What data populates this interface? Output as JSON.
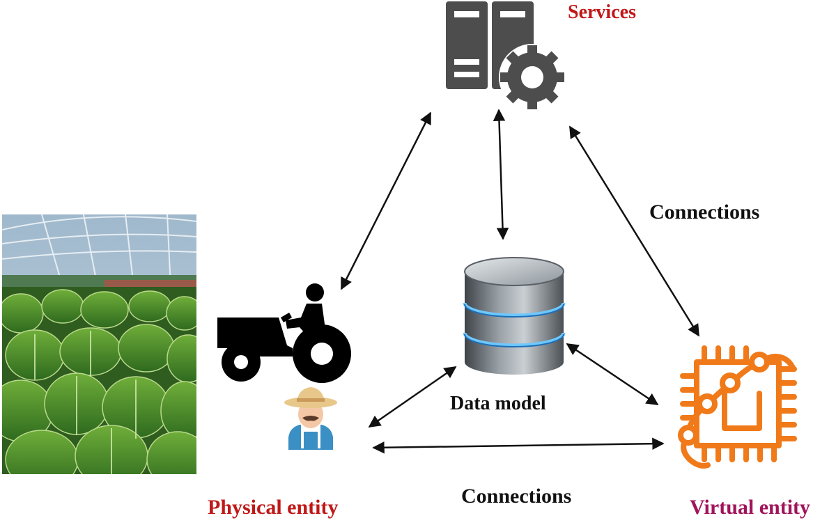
{
  "labels": {
    "services": "Services",
    "physical_entity": "Physical entity",
    "virtual_entity": "Virtual entity",
    "data_model": "Data model",
    "connections_right": "Connections",
    "connections_bottom": "Connections"
  },
  "colors": {
    "services": "#c01818",
    "physical_entity": "#c01818",
    "virtual_entity": "#a0145a",
    "circuit": "#f07a1a",
    "server": "#4d4d4d",
    "arrow": "#111111"
  },
  "icons": {
    "photo": "greenhouse-lettuce-photo",
    "tractor": "tractor-icon",
    "farmer": "farmer-icon",
    "services": "server-gear-icon",
    "database": "database-icon",
    "circuit": "circuit-board-icon"
  }
}
